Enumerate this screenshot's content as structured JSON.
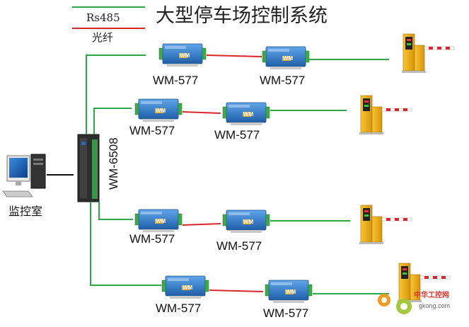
{
  "title": "大型停车场控制系统",
  "legend": {
    "rs485_label": "Rs485",
    "fiber_label": "光纤",
    "rs485_color": "#2aa84a",
    "fiber_color": "#d9262c"
  },
  "hub": {
    "label": "WM-6508"
  },
  "control_room": {
    "label": "监控室"
  },
  "rows": [
    {
      "left_label": "WM-577",
      "right_label": "WM-577"
    },
    {
      "left_label": "WM-577",
      "right_label": "WM-577"
    },
    {
      "left_label": "WM-577",
      "right_label": "WM-577"
    },
    {
      "left_label": "WM-577",
      "right_label": "WM-577"
    }
  ],
  "device_badge": "WM",
  "watermark": {
    "brand": "中华工控网",
    "site": "gkong.com"
  },
  "colors": {
    "converter_blue": "#2f7fd0",
    "barrier_yellow": "#f2b315",
    "boom_stripe": "#d9262c"
  }
}
